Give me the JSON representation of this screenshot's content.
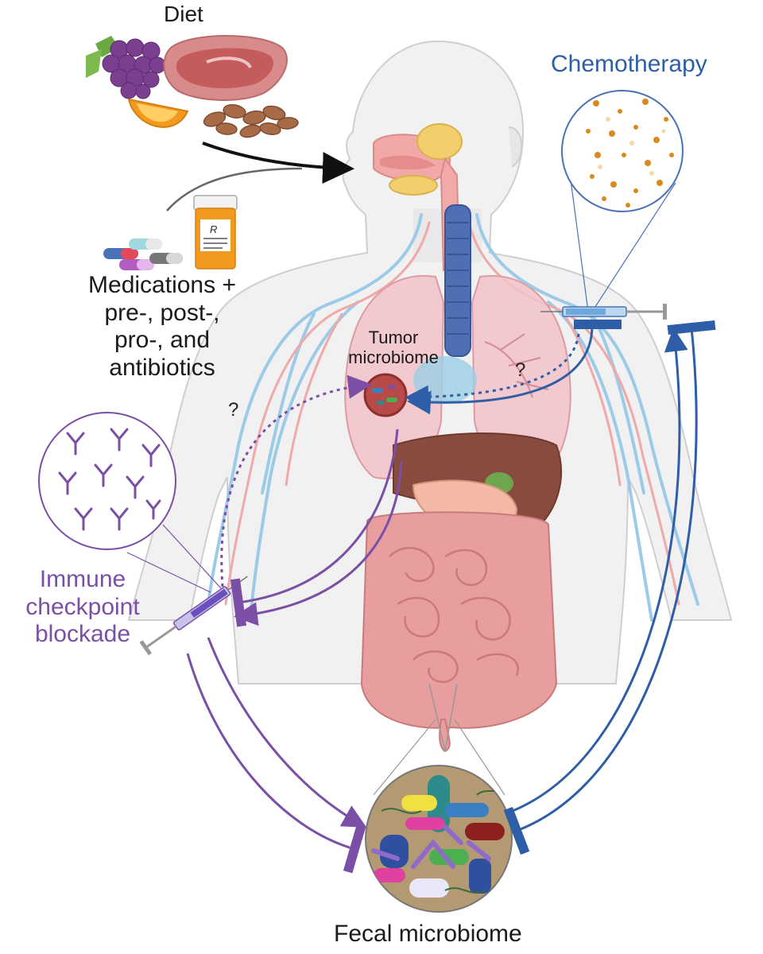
{
  "labels": {
    "diet": "Diet",
    "chemotherapy": "Chemotherapy",
    "medications": [
      "Medications +",
      "pre-, post-,",
      "pro-, and",
      "antibiotics"
    ],
    "tumor_microbiome": [
      "Tumor",
      "microbiome"
    ],
    "immune_checkpoint": [
      "Immune",
      "checkpoint",
      "blockade"
    ],
    "fecal_microbiome": "Fecal microbiome",
    "question_mark": "?",
    "rx": "R"
  },
  "colors": {
    "chemo_blue": "#2f5ea8",
    "ici_purple": "#7b4fa6",
    "arrow_black": "#111111",
    "body_outline": "#c9c9c9",
    "organ_pink": "#e8a0a0"
  },
  "icons": [
    "grapes-icon",
    "steak-icon",
    "orange-icon",
    "almonds-icon",
    "capsule-icon",
    "pill-bottle-icon",
    "syringe-icon",
    "antibody-icon",
    "bacteria-icon"
  ]
}
